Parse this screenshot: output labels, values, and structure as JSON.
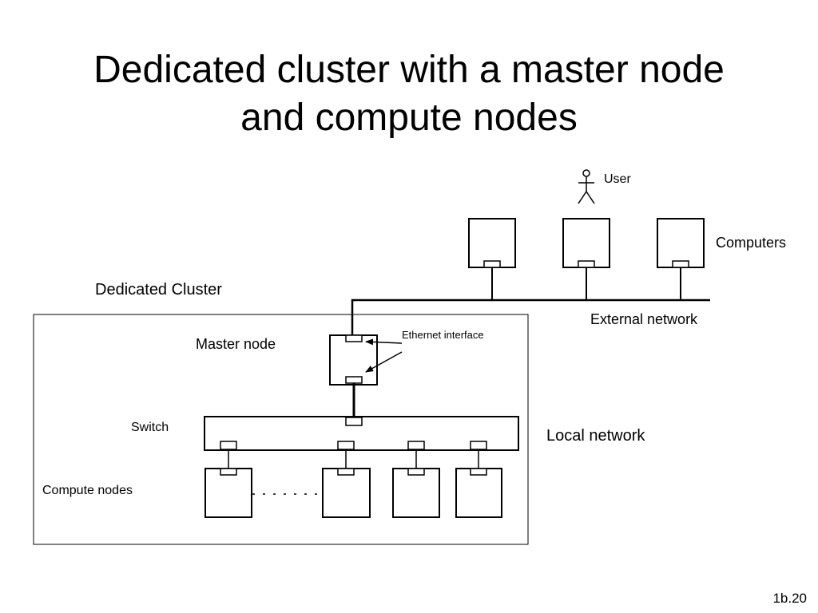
{
  "title": {
    "line1": "Dedicated cluster with a master node",
    "line2": "and compute nodes"
  },
  "labels": {
    "user": "User",
    "computers": "Computers",
    "dedicated_cluster": "Dedicated Cluster",
    "external_network": "External network",
    "ethernet_interface": "Ethernet interface",
    "master_node": "Master node",
    "switch": "Switch",
    "local_network": "Local network",
    "compute_nodes": "Compute nodes"
  },
  "page_number": "1b.20"
}
